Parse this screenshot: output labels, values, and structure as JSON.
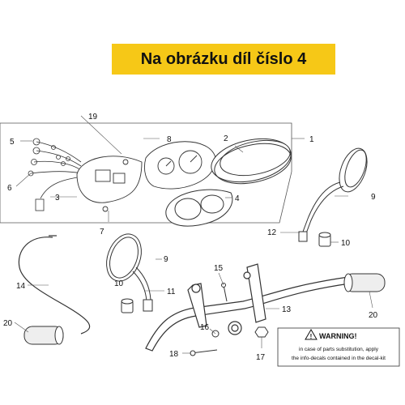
{
  "banner": {
    "text": "Na obrázku díl číslo 4",
    "color": "#f6c817"
  },
  "callouts": {
    "c1": "1",
    "c2": "2",
    "c3": "3",
    "c4": "4",
    "c5": "5",
    "c6": "6",
    "c7": "7",
    "c8": "8",
    "c9a": "9",
    "c9b": "9",
    "c10a": "10",
    "c10b": "10",
    "c11": "11",
    "c12": "12",
    "c13": "13",
    "c14": "14",
    "c15": "15",
    "c16": "16",
    "c17": "17",
    "c18": "18",
    "c19": "19",
    "c20a": "20",
    "c20b": "20"
  },
  "warning": {
    "title": "WARNING!",
    "line1": "in case of parts substitution, apply",
    "line2": "the info-decals contained in the decal-kit"
  }
}
